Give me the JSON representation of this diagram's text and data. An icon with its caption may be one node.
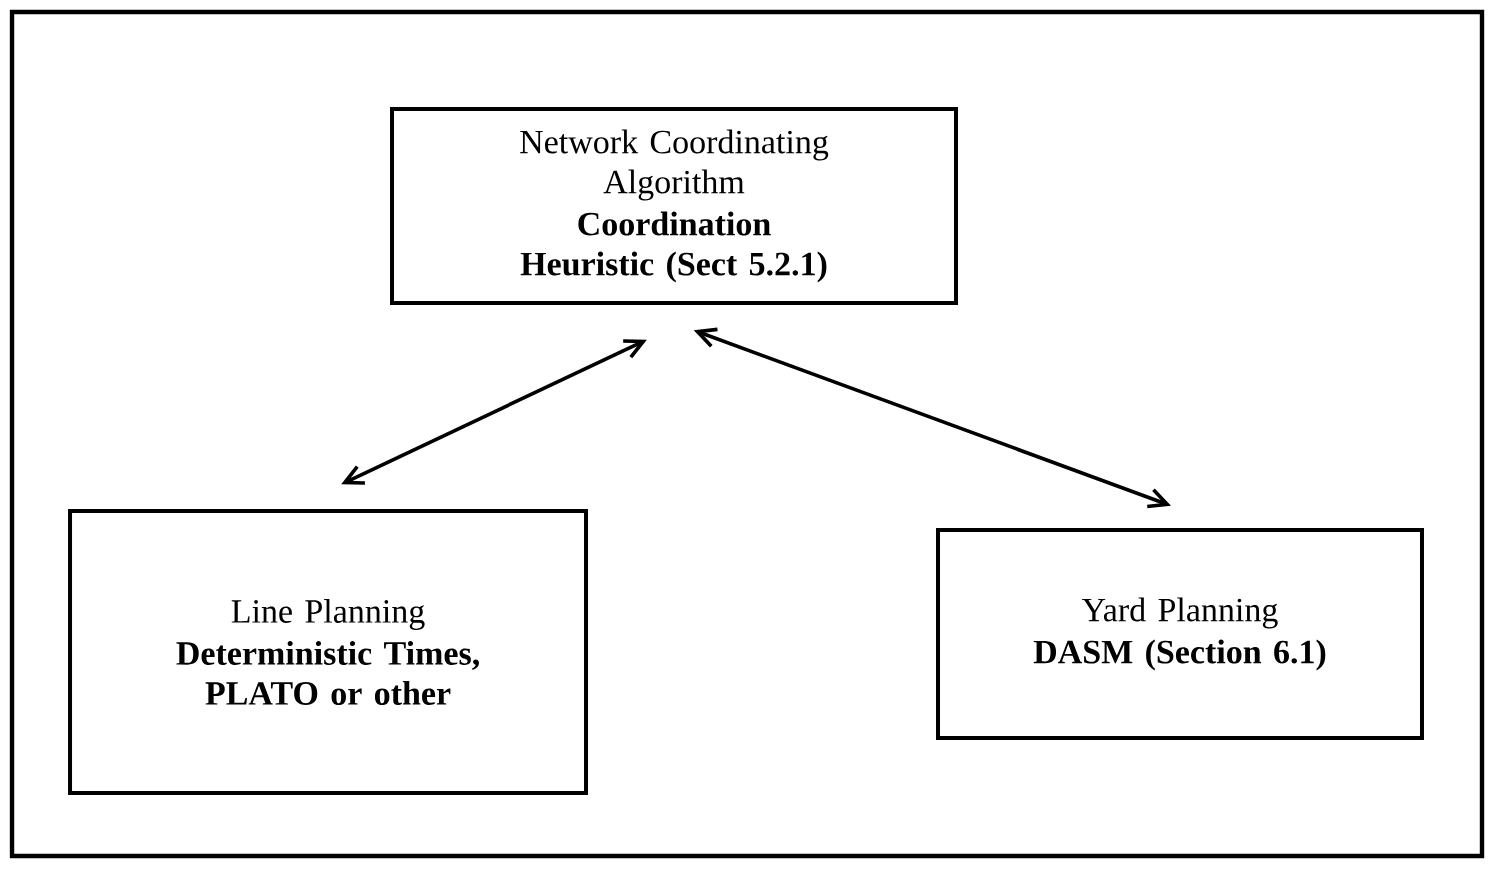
{
  "diagram": {
    "nodes": [
      {
        "text": [
          "Network Coordinating Algorithm",
          "Coordination Heuristic (Sect 5.2.1)"
        ]
      },
      {
        "text": [
          "Line Planning",
          "Deterministic Times, PLATO or other"
        ]
      },
      {
        "text": [
          "Yard Planning",
          "DASM (Section 6.1)"
        ]
      }
    ],
    "edges": [
      {
        "from": 0,
        "to": 1,
        "arrow": "both"
      },
      {
        "from": 0,
        "to": 2,
        "arrow": "both"
      }
    ]
  }
}
